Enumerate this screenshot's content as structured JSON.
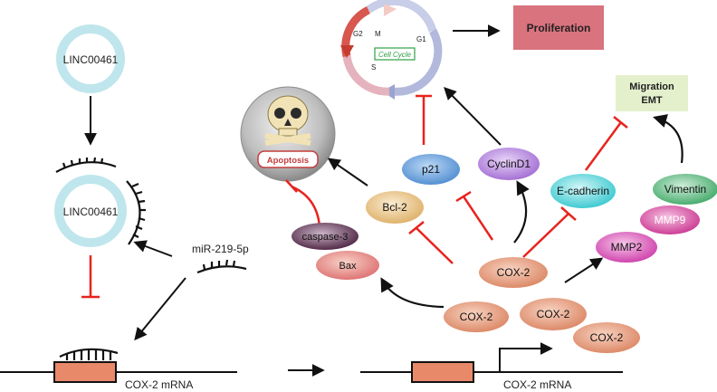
{
  "left_panel": {
    "lnc_top": "LINC00461",
    "lnc_bound": "LINC00461",
    "mirna_label": "miR-219-5p",
    "mrna_label_left": "COX-2 mRNA"
  },
  "right_panel": {
    "mrna_label_right": "COX-2 mRNA",
    "cell_cycle": {
      "title": "Cell Cycle",
      "phase_m": "M",
      "phase_g1": "G1",
      "phase_g2": "G2",
      "phase_s": "S"
    },
    "outcomes": {
      "proliferation": "Proliferation",
      "apoptosis": "Apoptosis",
      "migration_line1": "Migration",
      "migration_line2": "EMT"
    },
    "nodes": {
      "p21": "p21",
      "cyclind1": "CyclinD1",
      "bcl2": "Bcl-2",
      "caspase3": "caspase-3",
      "bax": "Bax",
      "ecadherin": "E-cadherin",
      "vimentin": "Vimentin",
      "mmp9": "MMP9",
      "mmp2": "MMP2",
      "cox2_center": "COX-2",
      "cox2_left": "COX-2",
      "cox2_mid": "COX-2",
      "cox2_right": "COX-2"
    }
  },
  "colors": {
    "ring": "#bfe6ec",
    "mrna_box": "#e8896a",
    "proliferation_box": "#d9737e",
    "emt_box": "#e4f0cc",
    "inhibit": "#e8231e",
    "p21": "#5e9ad6",
    "cyclind1": "#b07fd8",
    "bcl2": "#e3b777",
    "caspase3": "#5a2d4e",
    "bax": "#e07a7a",
    "ecadherin": "#48d2d9",
    "vimentin": "#57b87b",
    "mmp9": "#d94fa6",
    "mmp2": "#d94fb5",
    "cox2": "#e0916e"
  }
}
